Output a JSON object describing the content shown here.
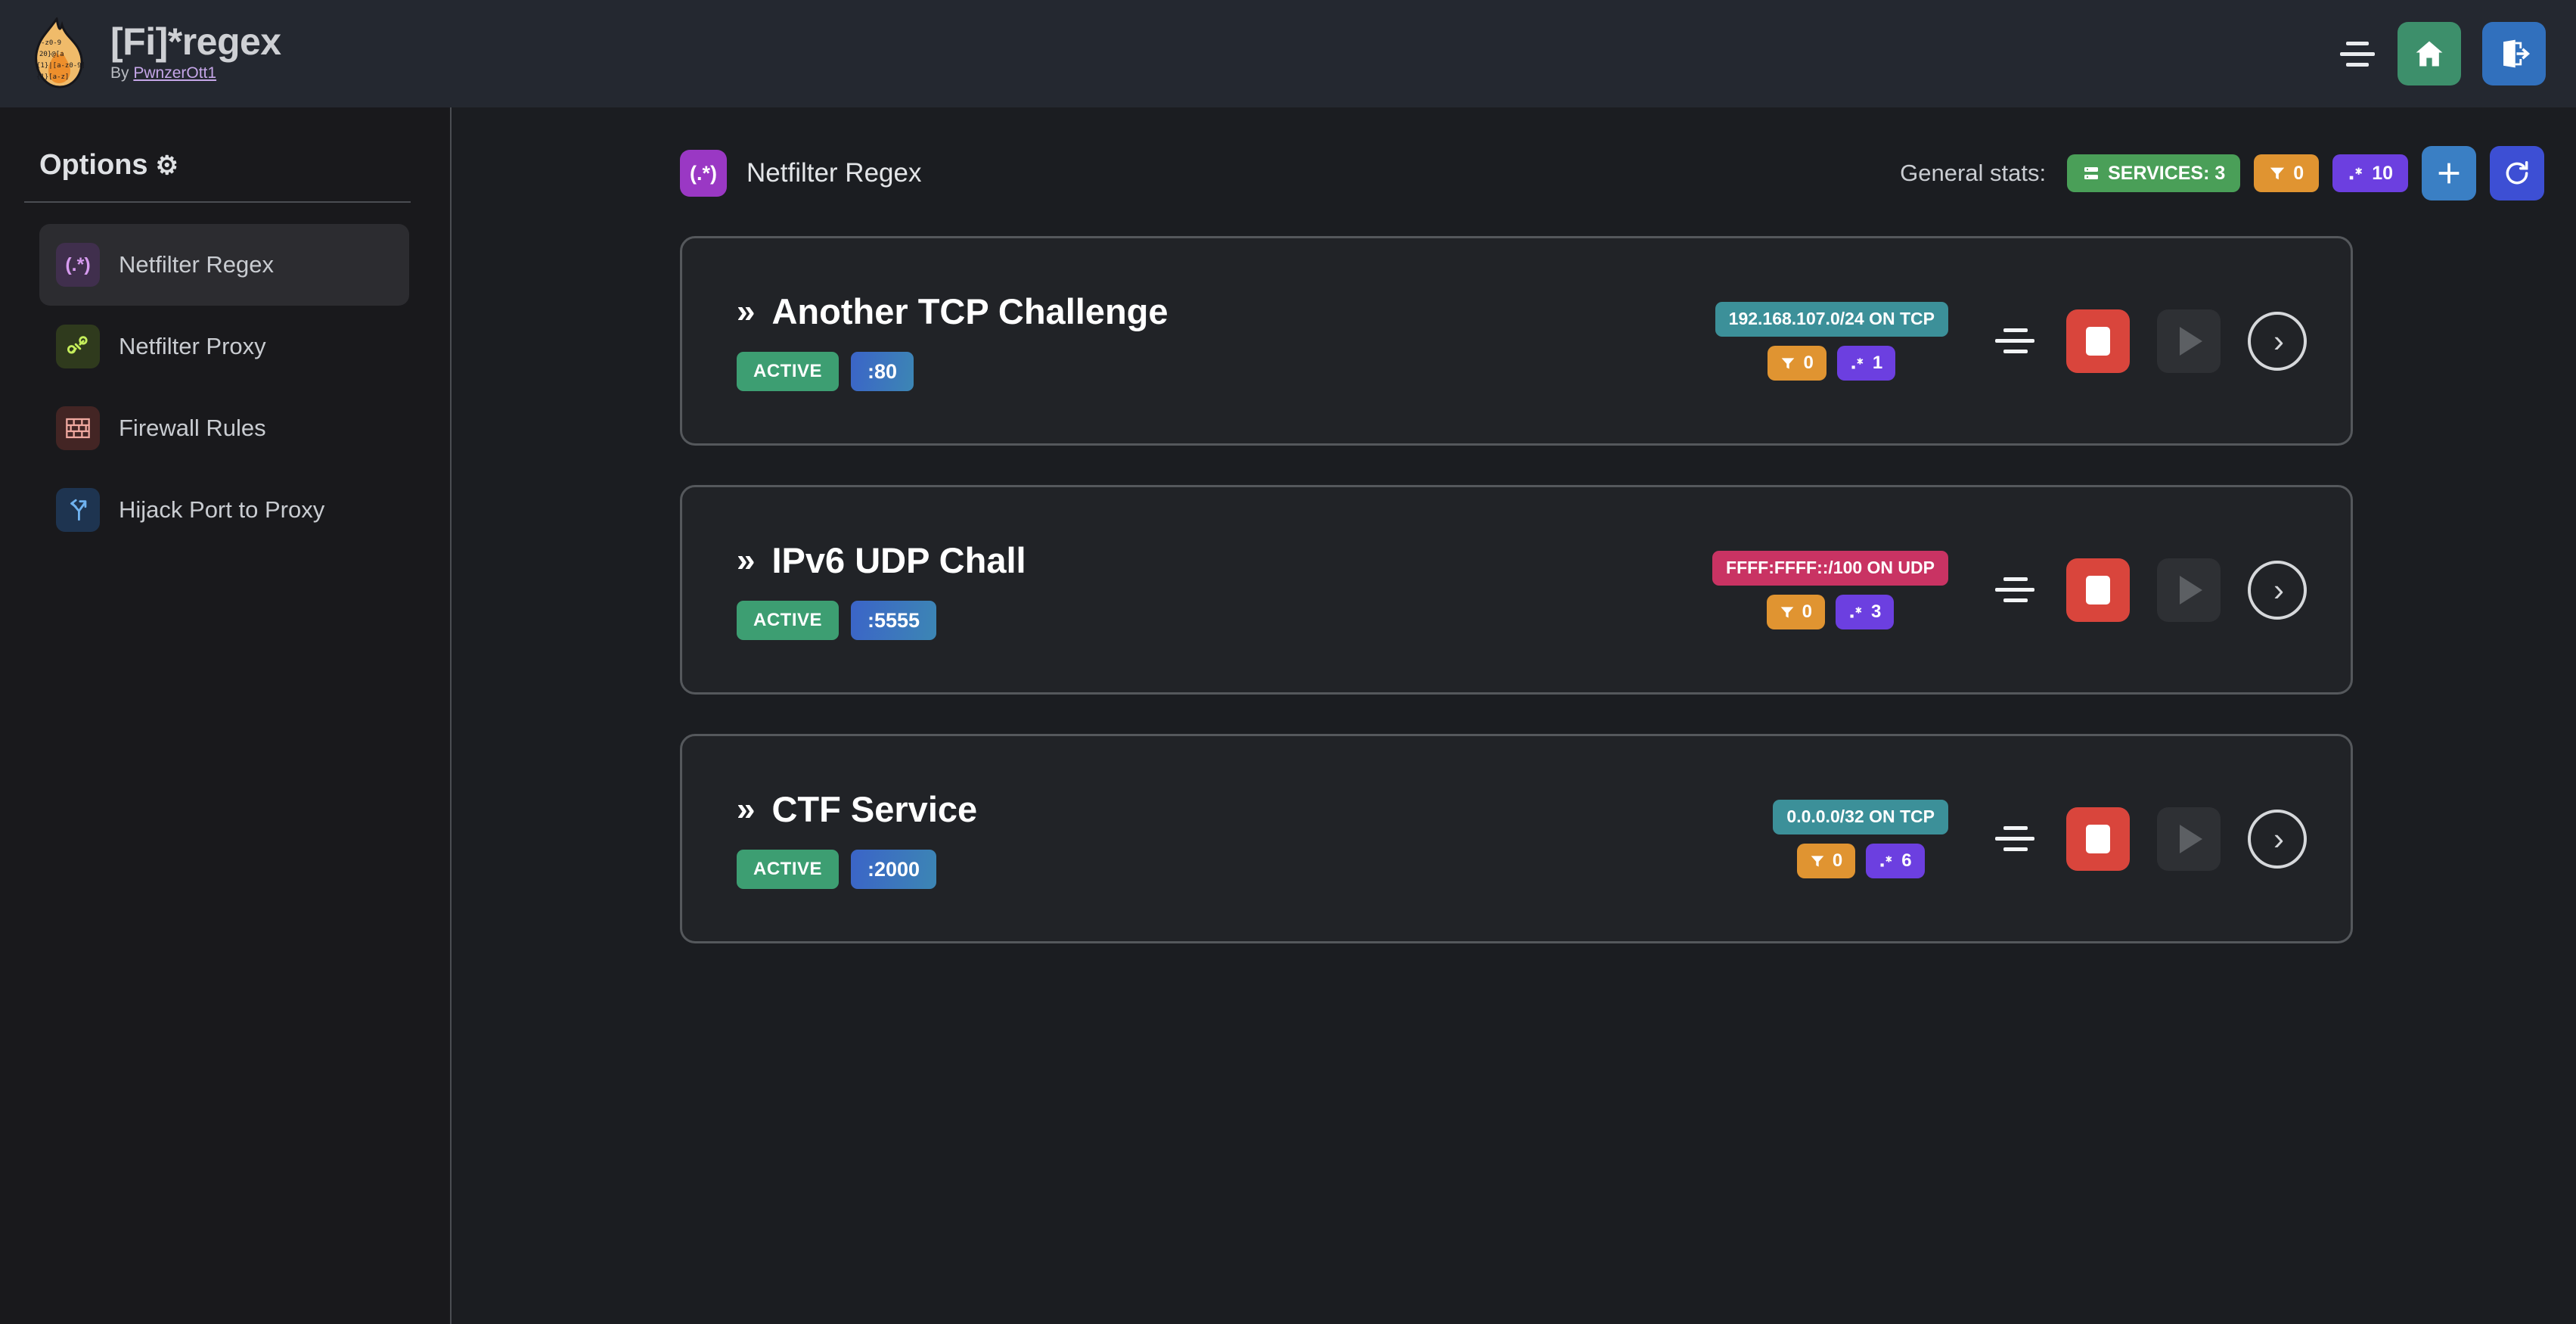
{
  "header": {
    "app_title": "[Fi]*regex",
    "by_prefix": "By ",
    "author": "PwnzerOtt1",
    "logo_icon": "flame-regex-logo",
    "menu_icon": "hamburger-menu-icon",
    "home_icon": "home-icon",
    "logout_icon": "logout-icon"
  },
  "sidebar": {
    "title": "Options",
    "gear_icon": "gear-icon",
    "items": [
      {
        "label": "Netfilter Regex",
        "icon": "regex-icon",
        "glyph": "(.*)",
        "active": true
      },
      {
        "label": "Netfilter Proxy",
        "icon": "plug-icon",
        "glyph": "⚭",
        "active": false
      },
      {
        "label": "Firewall Rules",
        "icon": "brick-wall-icon",
        "glyph": "▤",
        "active": false
      },
      {
        "label": "Hijack Port to Proxy",
        "icon": "fork-arrow-icon",
        "glyph": "⤴",
        "active": false
      }
    ]
  },
  "main": {
    "page_icon_glyph": "(.*)",
    "page_icon_name": "regex-icon",
    "page_title": "Netfilter Regex",
    "stats_label": "General stats:",
    "stats": {
      "services_label": "SERVICES: 3",
      "services_icon": "server-icon",
      "filters_count": "0",
      "filters_icon": "funnel-icon",
      "regex_count": "10",
      "regex_icon": "regex-dot-star-icon",
      "add_icon": "plus-icon",
      "refresh_icon": "refresh-icon"
    },
    "services": [
      {
        "chevron": "»",
        "name": "Another TCP Challenge",
        "status": "ACTIVE",
        "port": ":80",
        "network": "192.168.107.0/24 ON TCP",
        "network_type": "tcp",
        "filters_count": "0",
        "regex_count": "1",
        "menu_icon": "equalizer-icon",
        "stop_icon": "stop-icon",
        "play_icon": "play-icon",
        "go_icon": "chevron-right-icon"
      },
      {
        "chevron": "»",
        "name": "IPv6 UDP Chall",
        "status": "ACTIVE",
        "port": ":5555",
        "network": "FFFF:FFFF::/100 ON UDP",
        "network_type": "udp",
        "filters_count": "0",
        "regex_count": "3",
        "menu_icon": "equalizer-icon",
        "stop_icon": "stop-icon",
        "play_icon": "play-icon",
        "go_icon": "chevron-right-icon"
      },
      {
        "chevron": "»",
        "name": "CTF Service",
        "status": "ACTIVE",
        "port": ":2000",
        "network": "0.0.0.0/32 ON TCP",
        "network_type": "tcp",
        "filters_count": "0",
        "regex_count": "6",
        "menu_icon": "equalizer-icon",
        "stop_icon": "stop-icon",
        "play_icon": "play-icon",
        "go_icon": "chevron-right-icon"
      }
    ]
  },
  "colors": {
    "topbar_bg": "#242830",
    "sidebar_bg": "#19191c",
    "page_bg": "#1b1d21",
    "card_bg": "#212327",
    "card_border": "#55585c",
    "accent_green": "#4a9f58",
    "accent_orange": "#e09431",
    "accent_purple": "#6c3fe0",
    "accent_teal": "#3c9099",
    "accent_pink": "#c93363",
    "accent_red": "#d9453c",
    "accent_blue": "#3a7fc4",
    "home_green": "#3d8f6b",
    "logout_blue": "#3170bd"
  }
}
